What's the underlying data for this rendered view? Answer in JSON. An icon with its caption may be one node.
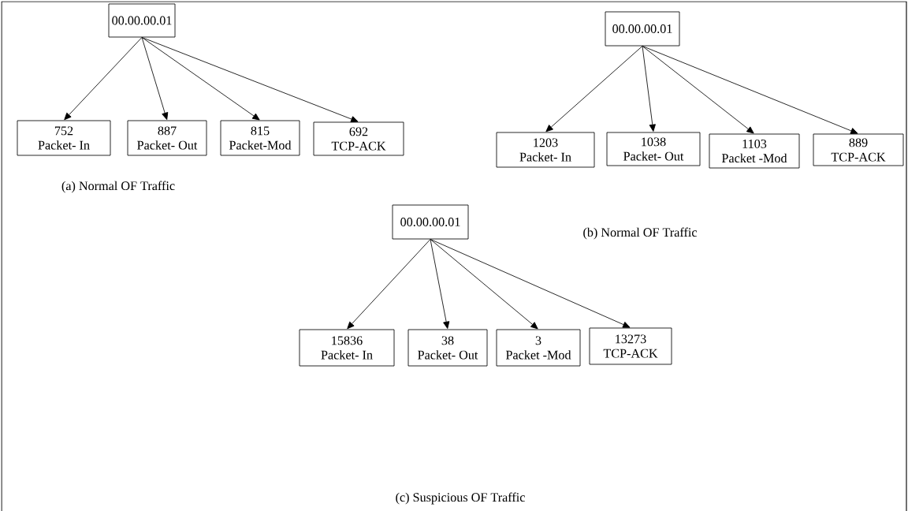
{
  "diagram": {
    "nodes": [
      {
        "text": [
          "00.00.00.01"
        ]
      },
      {
        "text": [
          "752",
          "Packet- In"
        ]
      },
      {
        "text": [
          "887",
          "Packet- Out"
        ]
      },
      {
        "text": [
          "815",
          "Packet-Mod"
        ]
      },
      {
        "text": [
          "692",
          "TCP-ACK"
        ]
      },
      {
        "text": [
          "00.00.00.01"
        ]
      },
      {
        "text": [
          "1203",
          "Packet- In"
        ]
      },
      {
        "text": [
          "1038",
          "Packet- Out"
        ]
      },
      {
        "text": [
          "1103",
          "Packet -Mod"
        ]
      },
      {
        "text": [
          "889",
          "TCP-ACK"
        ]
      },
      {
        "text": [
          "00.00.00.01"
        ]
      },
      {
        "text": [
          "15836",
          "Packet- In"
        ]
      },
      {
        "text": [
          "38",
          "Packet- Out"
        ]
      },
      {
        "text": [
          "3",
          "Packet -Mod"
        ]
      },
      {
        "text": [
          "13273",
          "TCP-ACK"
        ]
      }
    ],
    "edges": [
      {
        "from": 0,
        "to": 1,
        "arrow": "to"
      },
      {
        "from": 0,
        "to": 2,
        "arrow": "to"
      },
      {
        "from": 0,
        "to": 3,
        "arrow": "to"
      },
      {
        "from": 0,
        "to": 4,
        "arrow": "to"
      },
      {
        "from": 5,
        "to": 6,
        "arrow": "to"
      },
      {
        "from": 5,
        "to": 7,
        "arrow": "to"
      },
      {
        "from": 5,
        "to": 8,
        "arrow": "to"
      },
      {
        "from": 5,
        "to": 9,
        "arrow": "to"
      },
      {
        "from": 10,
        "to": 11,
        "arrow": "to"
      },
      {
        "from": 10,
        "to": 12,
        "arrow": "to"
      },
      {
        "from": 10,
        "to": 13,
        "arrow": "to"
      },
      {
        "from": 10,
        "to": 14,
        "arrow": "to"
      }
    ],
    "labels": [
      "(a)    Normal OF Traffic",
      "(b)  Normal OF Traffic",
      "(c)  Suspicious OF Traffic"
    ]
  }
}
